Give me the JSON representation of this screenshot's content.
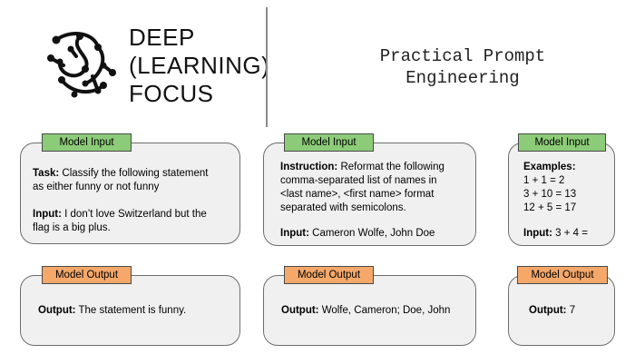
{
  "brand": {
    "line1": "DEEP",
    "line2": "(LEARNING)",
    "line3": "FOCUS"
  },
  "title": {
    "line1": "Practical Prompt",
    "line2": "Engineering"
  },
  "labels": {
    "model_input": "Model Input",
    "model_output": "Model Output"
  },
  "panel1": {
    "input": {
      "task_label": "Task:",
      "task_line1": " Classify the following statement",
      "task_line2": "as either funny or not funny",
      "input_label": "Input:",
      "input_line1": " I don’t love Switzerland but the",
      "input_line2": "flag is a big plus."
    },
    "output": {
      "label": "Output:",
      "value": " The statement is funny."
    }
  },
  "panel2": {
    "input": {
      "instruction_label": "Instruction:",
      "instruction_line1": " Reformat the following",
      "instruction_line2": "comma-separated list of names in",
      "instruction_line3": "<last name>, <first name> format",
      "instruction_line4": "separated with semicolons.",
      "input_label": "Input:",
      "input_value": " Cameron Wolfe, John Doe"
    },
    "output": {
      "label": "Output:",
      "value": " Wolfe, Cameron; Doe, John"
    }
  },
  "panel3": {
    "input": {
      "examples_label": "Examples:",
      "examples": [
        "1 + 1 = 2",
        "3 + 10 = 13",
        "12 + 5 = 17"
      ],
      "input_label": "Input:",
      "input_value": " 3 + 4 ="
    },
    "output": {
      "label": "Output:",
      "value": " 7"
    }
  },
  "colors": {
    "input_tag": "#8ccc78",
    "output_tag": "#f5a86a",
    "box_fill": "#f0f0f0",
    "box_border": "#6e6e6e"
  },
  "icons": {
    "logo": "neural-network-logo-icon"
  }
}
